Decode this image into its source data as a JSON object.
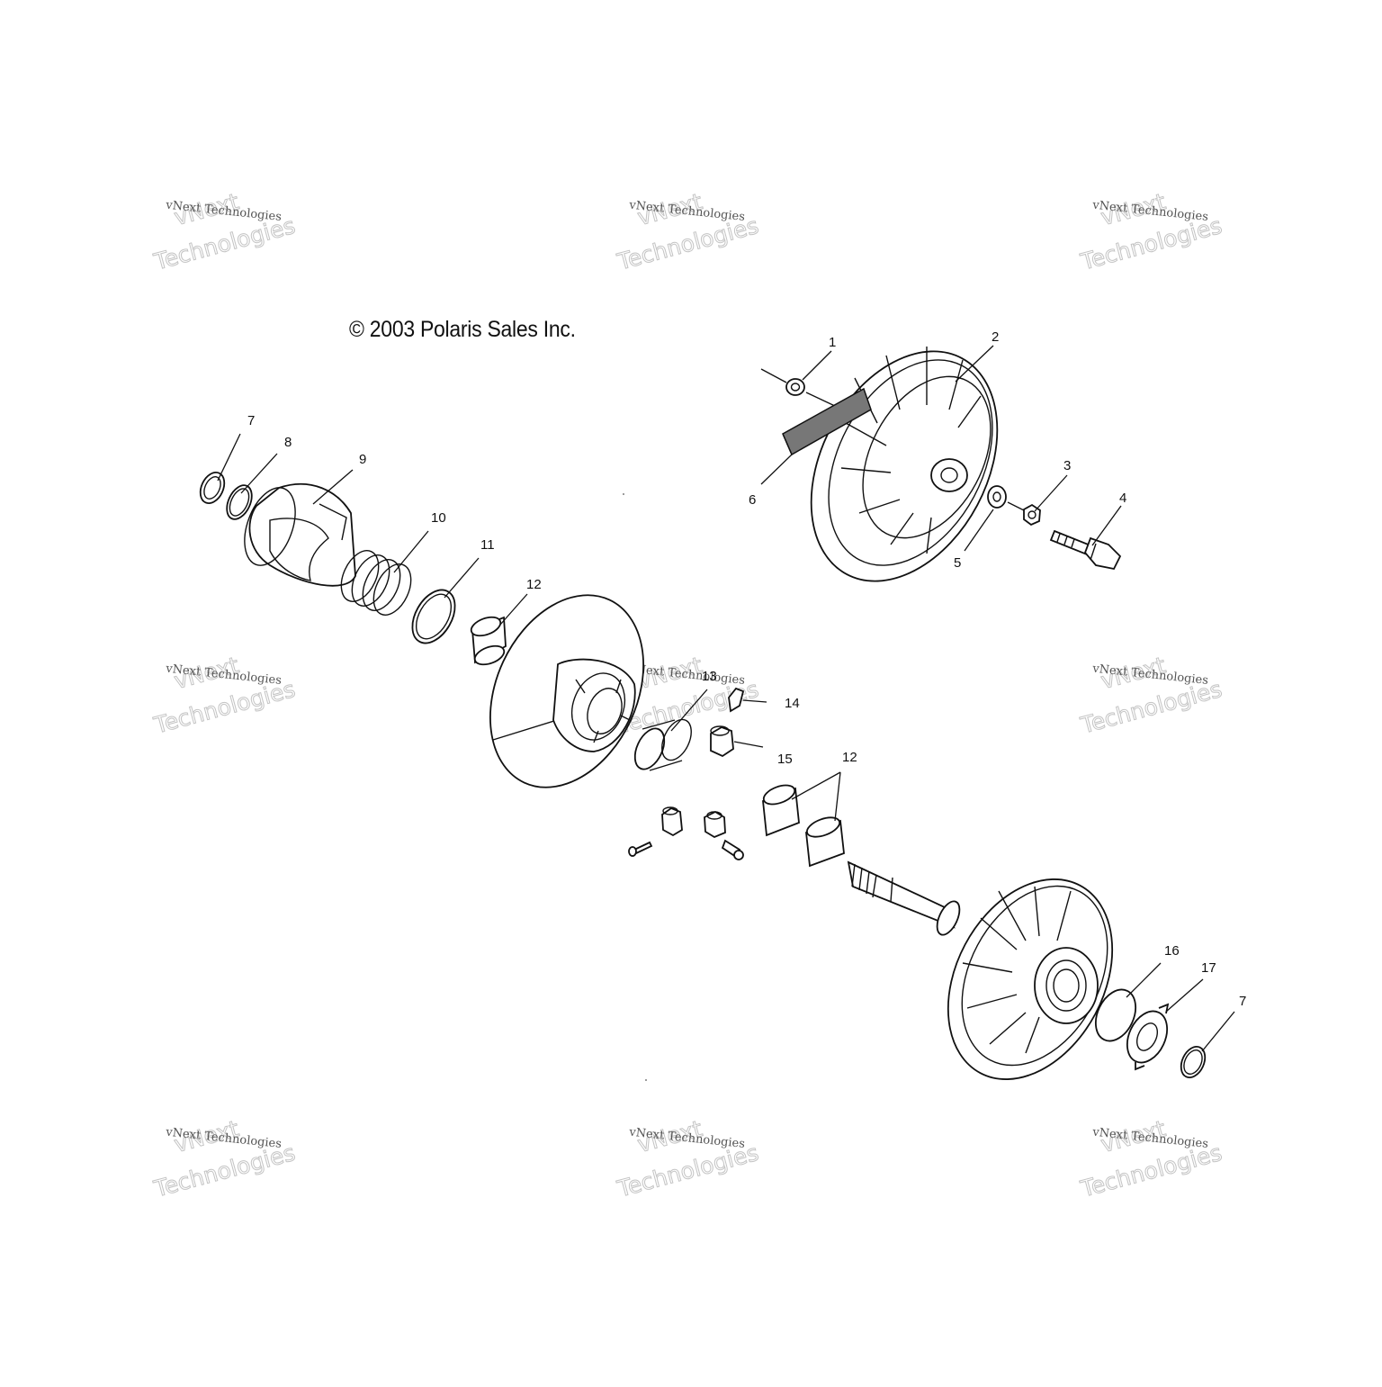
{
  "copyright": "© 2003 Polaris Sales Inc.",
  "watermark": {
    "brand": "vNext",
    "line1": "vNext Technologies",
    "line2": "Technologies"
  },
  "callouts": [
    {
      "id": "c1",
      "label": "1"
    },
    {
      "id": "c2",
      "label": "2"
    },
    {
      "id": "c3",
      "label": "3"
    },
    {
      "id": "c4",
      "label": "4"
    },
    {
      "id": "c5",
      "label": "5"
    },
    {
      "id": "c6",
      "label": "6"
    },
    {
      "id": "c7a",
      "label": "7"
    },
    {
      "id": "c8",
      "label": "8"
    },
    {
      "id": "c9",
      "label": "9"
    },
    {
      "id": "c10",
      "label": "10"
    },
    {
      "id": "c11",
      "label": "11"
    },
    {
      "id": "c12a",
      "label": "12"
    },
    {
      "id": "c13",
      "label": "13"
    },
    {
      "id": "c14",
      "label": "14"
    },
    {
      "id": "c15",
      "label": "15"
    },
    {
      "id": "c12b",
      "label": "12"
    },
    {
      "id": "c16",
      "label": "16"
    },
    {
      "id": "c17",
      "label": "17"
    },
    {
      "id": "c7b",
      "label": "7"
    }
  ]
}
